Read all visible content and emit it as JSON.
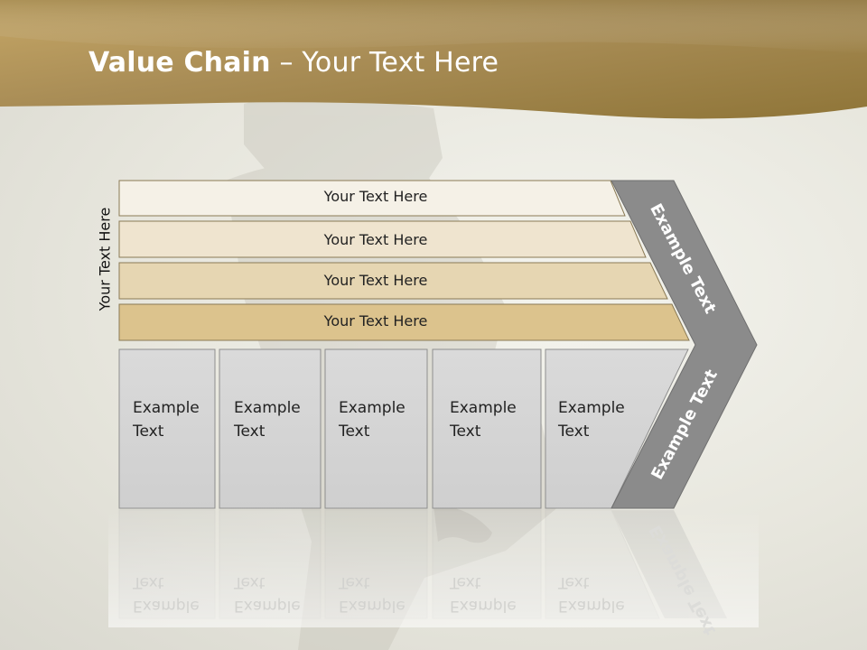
{
  "title": {
    "bold": "Value Chain",
    "rest": " – Your Text Here"
  },
  "side_label": "Your Text Here",
  "bars": [
    {
      "label": "Your Text Here"
    },
    {
      "label": "Your Text Here"
    },
    {
      "label": "Your Text Here"
    },
    {
      "label": "Your Text Here"
    }
  ],
  "boxes": [
    {
      "line1": "Example",
      "line2": "Text"
    },
    {
      "line1": "Example",
      "line2": "Text"
    },
    {
      "line1": "Example",
      "line2": "Text"
    },
    {
      "line1": "Example",
      "line2": "Text"
    },
    {
      "line1": "Example",
      "line2": "Text"
    }
  ],
  "chevron": {
    "upper": "Example Text",
    "lower": "Example Text"
  },
  "colors": {
    "header_gold": "#b8974a",
    "bar_fills": [
      "#f5f1e7",
      "#efe4cf",
      "#e6d6b2",
      "#dcc38d"
    ],
    "box_fill": "#d6d6d6",
    "chevron_fill": "#8b8b8b"
  }
}
